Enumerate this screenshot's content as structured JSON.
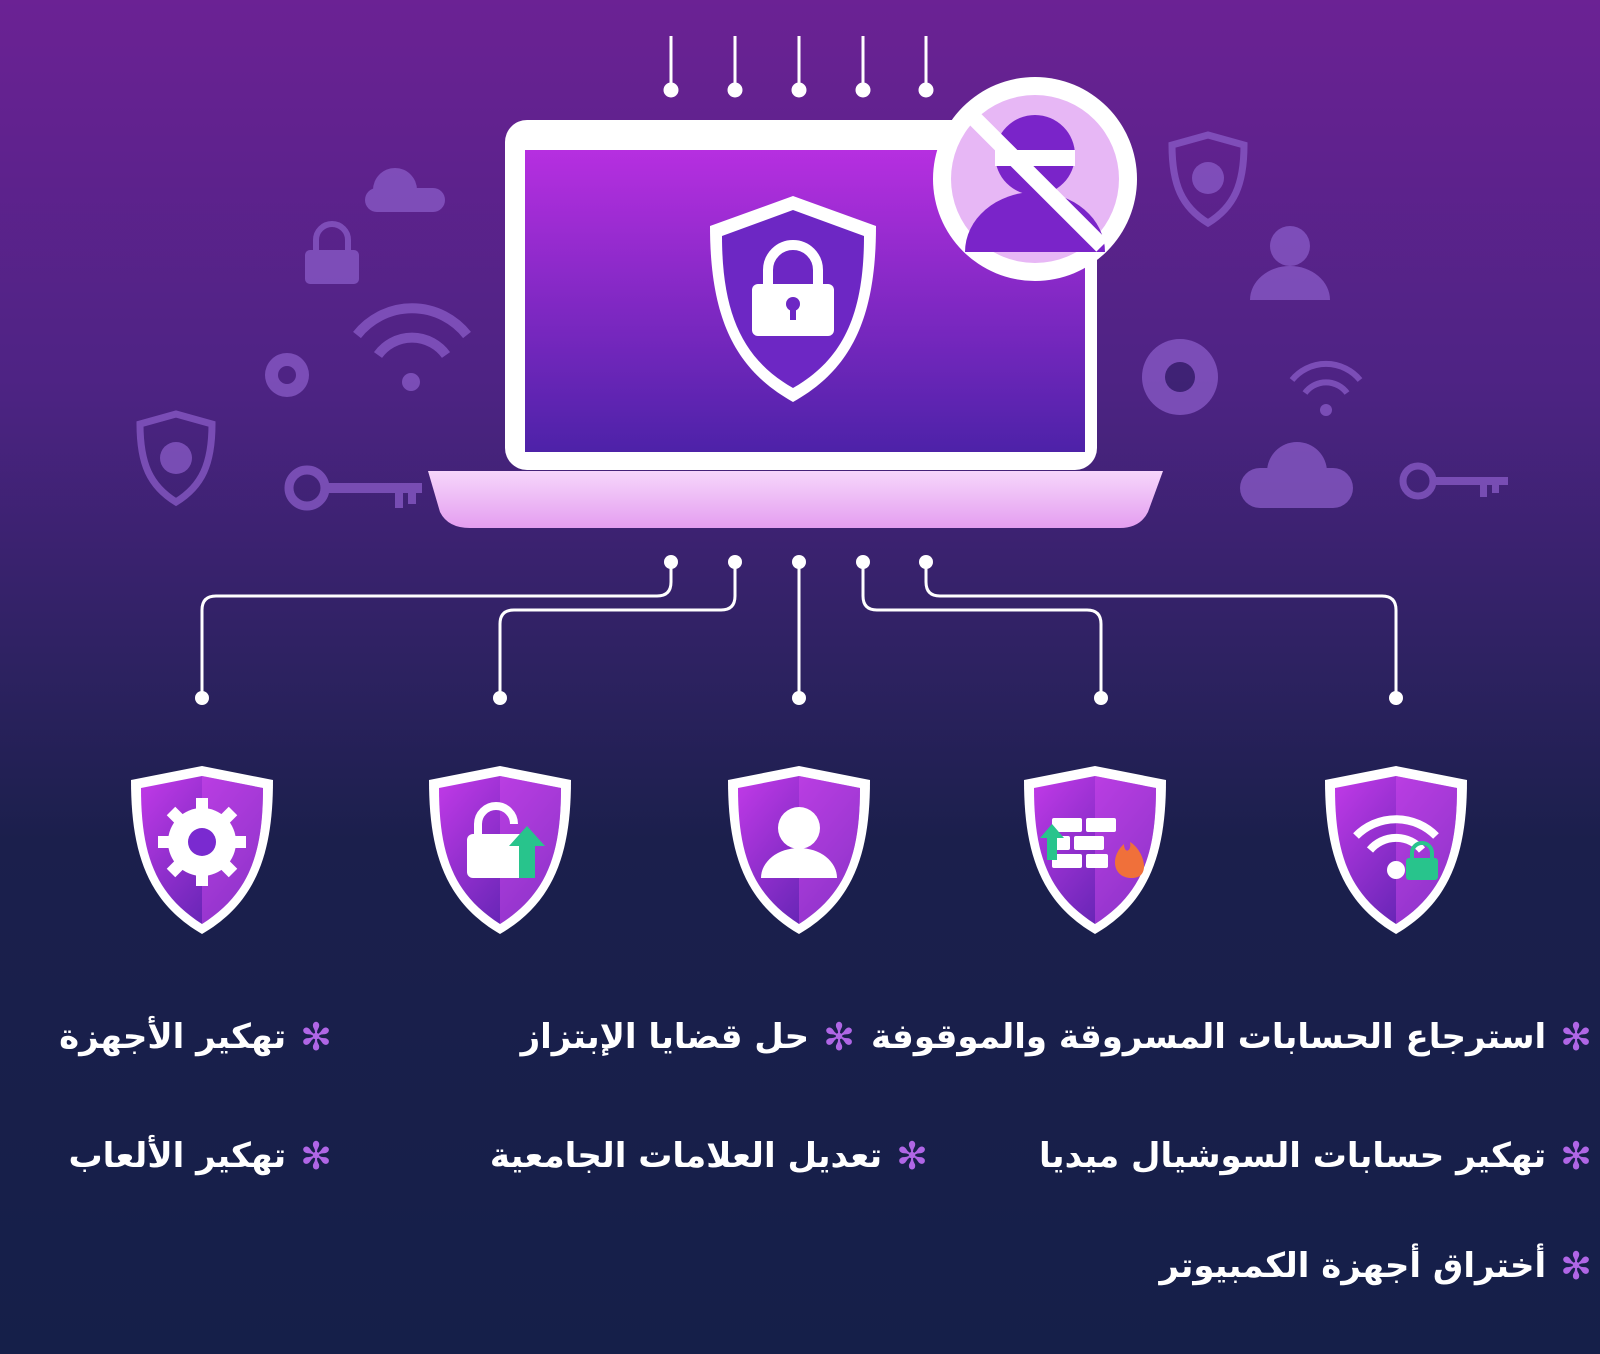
{
  "colors": {
    "accent": "#b066e6",
    "background_top": "#6b2294",
    "background_bottom": "#151f49",
    "shield": "#8a2be2"
  },
  "bullet_icon": "asterisk-icon",
  "shields": [
    {
      "icon": "gear-icon"
    },
    {
      "icon": "unlock-upload-icon"
    },
    {
      "icon": "user-icon"
    },
    {
      "icon": "firewall-icon"
    },
    {
      "icon": "wifi-lock-icon"
    }
  ],
  "services": [
    {
      "label": "استرجاع الحسابات المسروقة والموقوفة"
    },
    {
      "label": "حل قضايا الإبتزاز"
    },
    {
      "label": "تهكير الأجهزة"
    },
    {
      "label": "تهكير حسابات السوشيال ميديا"
    },
    {
      "label": "تعديل العلامات الجامعية"
    },
    {
      "label": "تهكير الألعاب"
    },
    {
      "label": "أختراق أجهزة الكمبيوتر"
    }
  ]
}
